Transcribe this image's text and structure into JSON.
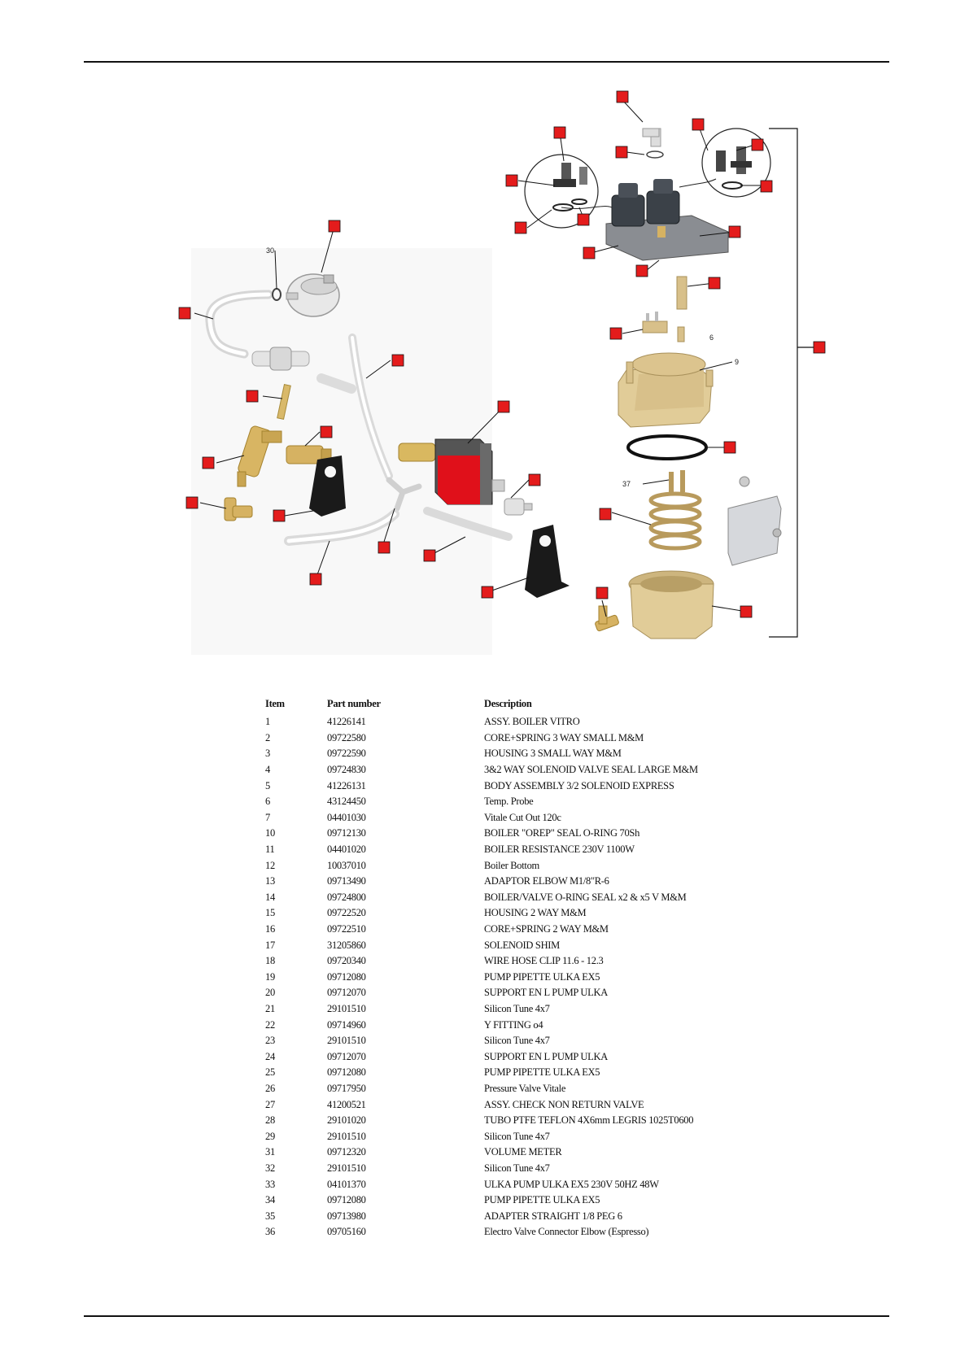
{
  "diagram": {
    "callout_labels": [
      "30",
      "6",
      "9",
      "37"
    ]
  },
  "table": {
    "headers": {
      "item": "Item",
      "part_number": "Part number",
      "description": "Description"
    },
    "rows": [
      {
        "item": "1",
        "part": "41226141",
        "desc": "ASSY. BOILER VITRO"
      },
      {
        "item": "2",
        "part": "09722580",
        "desc": "CORE+SPRING 3 WAY SMALL M&M"
      },
      {
        "item": "3",
        "part": "09722590",
        "desc": "HOUSING 3 SMALL WAY M&M"
      },
      {
        "item": "4",
        "part": "09724830",
        "desc": "3&2 WAY SOLENOID VALVE SEAL LARGE M&M"
      },
      {
        "item": "5",
        "part": "41226131",
        "desc": "BODY ASSEMBLY 3/2 SOLENOID EXPRESS"
      },
      {
        "item": "6",
        "part": "43124450",
        "desc": "Temp. Probe"
      },
      {
        "item": "7",
        "part": "04401030",
        "desc": "Vitale Cut Out 120c"
      },
      {
        "item": "10",
        "part": "09712130",
        "desc": "BOILER \"OREP\" SEAL O-RING 70Sh"
      },
      {
        "item": "11",
        "part": "04401020",
        "desc": "BOILER RESISTANCE 230V 1100W"
      },
      {
        "item": "12",
        "part": "10037010",
        "desc": "Boiler Bottom"
      },
      {
        "item": "13",
        "part": "09713490",
        "desc": "ADAPTOR ELBOW M1/8\"R-6"
      },
      {
        "item": "14",
        "part": "09724800",
        "desc": "BOILER/VALVE O-RING SEAL x2 & x5 V M&M"
      },
      {
        "item": "15",
        "part": "09722520",
        "desc": "HOUSING 2 WAY M&M"
      },
      {
        "item": "16",
        "part": "09722510",
        "desc": "CORE+SPRING 2 WAY M&M"
      },
      {
        "item": "17",
        "part": "31205860",
        "desc": "SOLENOID SHIM"
      },
      {
        "item": "18",
        "part": "09720340",
        "desc": "WIRE HOSE CLIP 11.6 - 12.3"
      },
      {
        "item": "19",
        "part": "09712080",
        "desc": "PUMP PIPETTE ULKA EX5"
      },
      {
        "item": "20",
        "part": "09712070",
        "desc": "SUPPORT EN L PUMP ULKA"
      },
      {
        "item": "21",
        "part": "29101510",
        "desc": "Silicon Tune 4x7"
      },
      {
        "item": "22",
        "part": "09714960",
        "desc": "Y FITTING o4"
      },
      {
        "item": "23",
        "part": "29101510",
        "desc": "Silicon Tune 4x7"
      },
      {
        "item": "24",
        "part": "09712070",
        "desc": "SUPPORT EN L PUMP ULKA"
      },
      {
        "item": "25",
        "part": "09712080",
        "desc": "PUMP PIPETTE ULKA EX5"
      },
      {
        "item": "26",
        "part": "09717950",
        "desc": "Pressure Valve Vitale"
      },
      {
        "item": "27",
        "part": "41200521",
        "desc": "ASSY. CHECK NON RETURN VALVE"
      },
      {
        "item": "28",
        "part": "29101020",
        "desc": "TUBO PTFE TEFLON 4X6mm LEGRIS 1025T0600"
      },
      {
        "item": "29",
        "part": "29101510",
        "desc": "Silicon Tune 4x7"
      },
      {
        "item": "31",
        "part": "09712320",
        "desc": "VOLUME METER"
      },
      {
        "item": "32",
        "part": "29101510",
        "desc": "Silicon Tune 4x7"
      },
      {
        "item": "33",
        "part": "04101370",
        "desc": "ULKA PUMP ULKA EX5 230V 50HZ 48W"
      },
      {
        "item": "34",
        "part": "09712080",
        "desc": "PUMP PIPETTE ULKA EX5"
      },
      {
        "item": "35",
        "part": "09713980",
        "desc": "ADAPTER STRAIGHT 1/8 PEG 6"
      },
      {
        "item": "36",
        "part": "09705160",
        "desc": "Electro Valve Connector Elbow (Espresso)"
      }
    ]
  }
}
